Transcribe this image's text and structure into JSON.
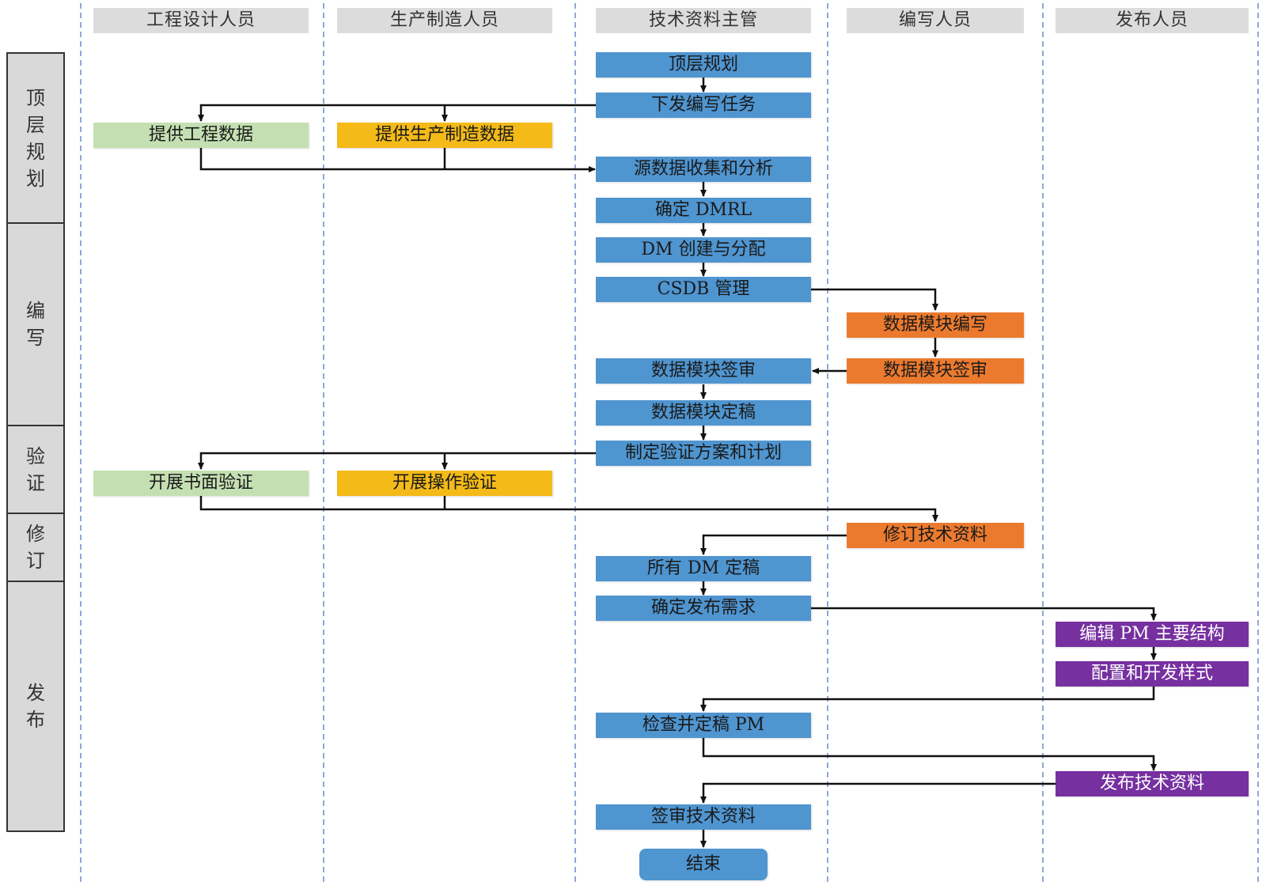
{
  "lanes": [
    {
      "label": "工程设计人员"
    },
    {
      "label": "生产制造人员"
    },
    {
      "label": "技术资料主管"
    },
    {
      "label": "编写人员"
    },
    {
      "label": "发布人员"
    }
  ],
  "phases": [
    {
      "label": "顶层规划"
    },
    {
      "label": "编写"
    },
    {
      "label": "验证"
    },
    {
      "label": "修订"
    },
    {
      "label": "发布"
    }
  ],
  "colors": {
    "blue": "#4f95d0",
    "green": "#c4e0b2",
    "yellow": "#f4ba18",
    "orange": "#ec7a2e",
    "purple": "#7630a0",
    "header_bg": "#dcdcdc",
    "phase_bg": "#d9d9d9",
    "lane_divider": "#8fa8d8",
    "connector": "#111111"
  },
  "nodes": {
    "top_plan": {
      "label": "顶层规划",
      "lane": "技术资料主管",
      "color": "blue"
    },
    "issue_tasks": {
      "label": "下发编写任务",
      "lane": "技术资料主管",
      "color": "blue"
    },
    "provide_eng": {
      "label": "提供工程数据",
      "lane": "工程设计人员",
      "color": "green"
    },
    "provide_mfg": {
      "label": "提供生产制造数据",
      "lane": "生产制造人员",
      "color": "yellow"
    },
    "collect": {
      "label": "源数据收集和分析",
      "lane": "技术资料主管",
      "color": "blue"
    },
    "dmrl": {
      "label": "确定 DMRL",
      "lane": "技术资料主管",
      "color": "blue"
    },
    "dm_create": {
      "label": "DM 创建与分配",
      "lane": "技术资料主管",
      "color": "blue"
    },
    "csdb": {
      "label": "CSDB 管理",
      "lane": "技术资料主管",
      "color": "blue"
    },
    "dm_write": {
      "label": "数据模块编写",
      "lane": "编写人员",
      "color": "orange"
    },
    "dm_review_w": {
      "label": "数据模块签审",
      "lane": "编写人员",
      "color": "orange"
    },
    "dm_review_m": {
      "label": "数据模块签审",
      "lane": "技术资料主管",
      "color": "blue"
    },
    "dm_final": {
      "label": "数据模块定稿",
      "lane": "技术资料主管",
      "color": "blue"
    },
    "verify_plan": {
      "label": "制定验证方案和计划",
      "lane": "技术资料主管",
      "color": "blue"
    },
    "desk_verify": {
      "label": "开展书面验证",
      "lane": "工程设计人员",
      "color": "green"
    },
    "op_verify": {
      "label": "开展操作验证",
      "lane": "生产制造人员",
      "color": "yellow"
    },
    "revise": {
      "label": "修订技术资料",
      "lane": "编写人员",
      "color": "orange"
    },
    "all_dm_final": {
      "label": "所有 DM 定稿",
      "lane": "技术资料主管",
      "color": "blue"
    },
    "pub_req": {
      "label": "确定发布需求",
      "lane": "技术资料主管",
      "color": "blue"
    },
    "edit_pm": {
      "label": "编辑 PM 主要结构",
      "lane": "发布人员",
      "color": "purple"
    },
    "style": {
      "label": "配置和开发样式",
      "lane": "发布人员",
      "color": "purple"
    },
    "check_pm": {
      "label": "检查并定稿 PM",
      "lane": "技术资料主管",
      "color": "blue"
    },
    "publish": {
      "label": "发布技术资料",
      "lane": "发布人员",
      "color": "purple"
    },
    "approve": {
      "label": "签审技术资料",
      "lane": "技术资料主管",
      "color": "blue"
    },
    "end": {
      "label": "结束",
      "lane": "技术资料主管",
      "color": "blue"
    }
  },
  "edges": [
    [
      "top_plan",
      "issue_tasks"
    ],
    [
      "issue_tasks",
      "provide_eng"
    ],
    [
      "issue_tasks",
      "provide_mfg"
    ],
    [
      "provide_eng",
      "collect"
    ],
    [
      "provide_mfg",
      "collect"
    ],
    [
      "collect",
      "dmrl"
    ],
    [
      "dmrl",
      "dm_create"
    ],
    [
      "dm_create",
      "csdb"
    ],
    [
      "csdb",
      "dm_write"
    ],
    [
      "dm_write",
      "dm_review_w"
    ],
    [
      "dm_review_w",
      "dm_review_m"
    ],
    [
      "dm_review_m",
      "dm_final"
    ],
    [
      "dm_final",
      "verify_plan"
    ],
    [
      "verify_plan",
      "desk_verify"
    ],
    [
      "verify_plan",
      "op_verify"
    ],
    [
      "desk_verify",
      "revise"
    ],
    [
      "op_verify",
      "revise"
    ],
    [
      "revise",
      "all_dm_final"
    ],
    [
      "all_dm_final",
      "pub_req"
    ],
    [
      "pub_req",
      "edit_pm"
    ],
    [
      "edit_pm",
      "style"
    ],
    [
      "style",
      "check_pm"
    ],
    [
      "check_pm",
      "publish"
    ],
    [
      "publish",
      "approve"
    ],
    [
      "approve",
      "end"
    ]
  ]
}
